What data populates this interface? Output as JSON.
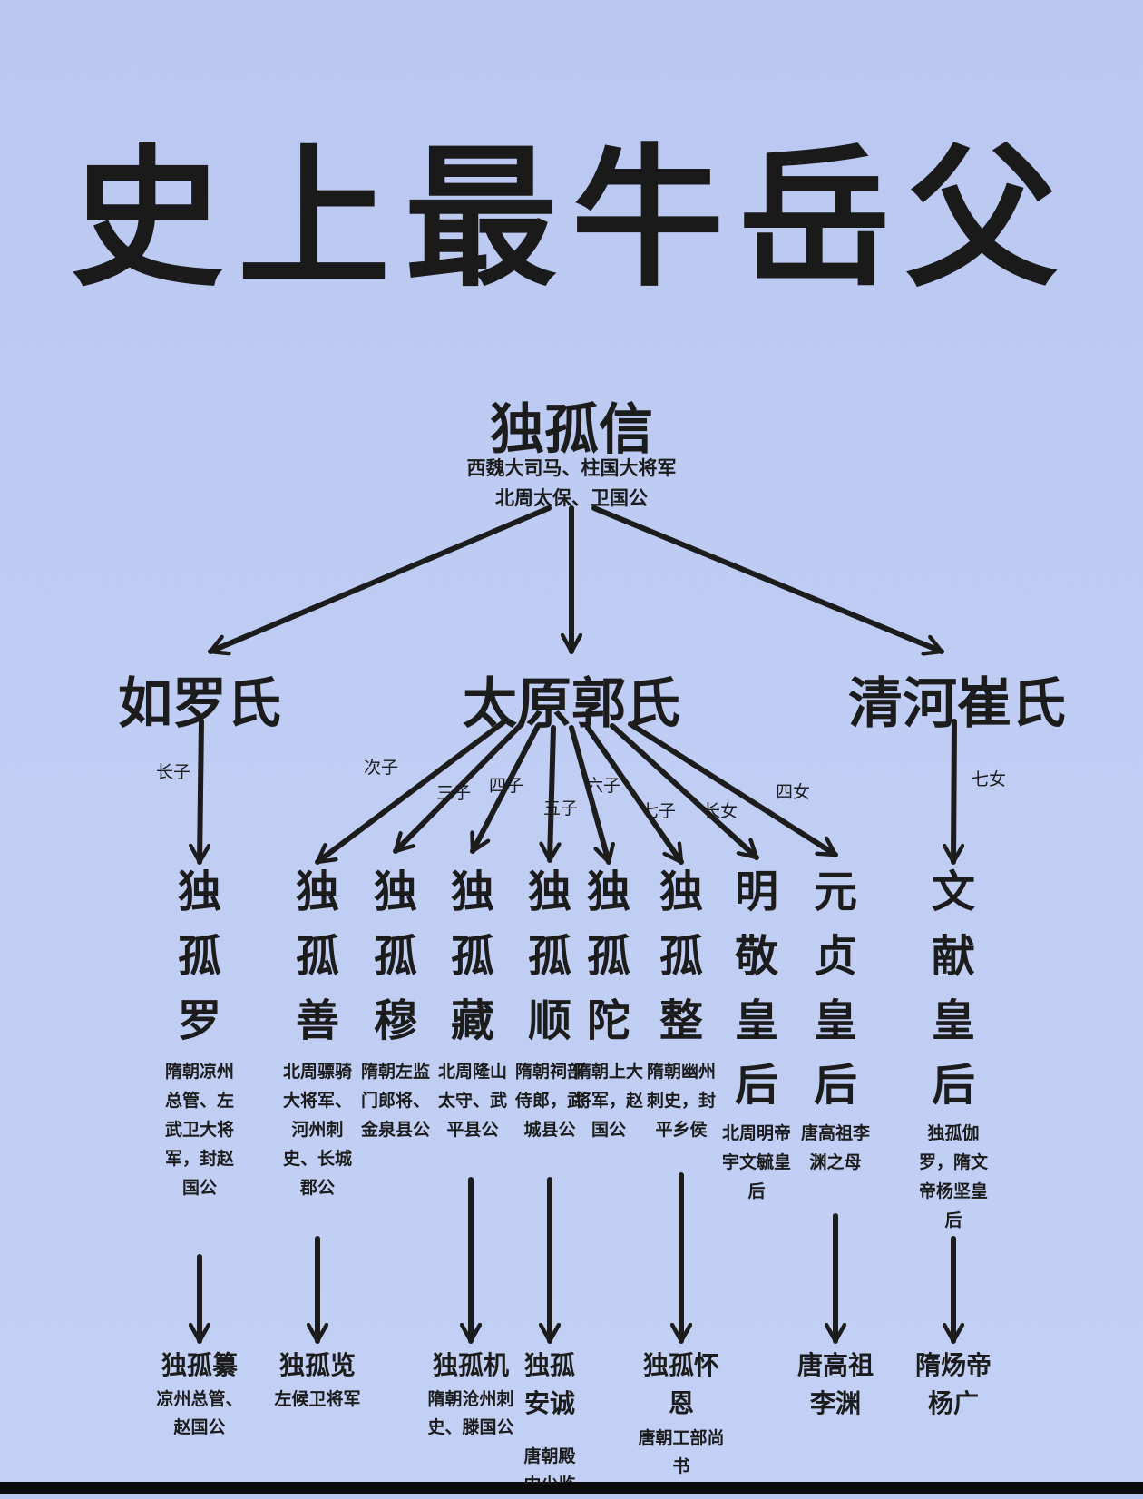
{
  "title": "史上最牛岳父",
  "root": {
    "name": "独孤信",
    "desc_lines": [
      "西魏大司马、柱国大将军",
      "北周太保、卫国公"
    ]
  },
  "wives": [
    {
      "name": "如罗氏"
    },
    {
      "name": "太原郭氏"
    },
    {
      "name": "清河崔氏"
    }
  ],
  "relations": [
    {
      "label": "长子",
      "target": 0
    },
    {
      "label": "次子",
      "target": 1
    },
    {
      "label": "三子",
      "target": 2
    },
    {
      "label": "四子",
      "target": 3
    },
    {
      "label": "五子",
      "target": 4
    },
    {
      "label": "六子",
      "target": 5
    },
    {
      "label": "七子",
      "target": 6
    },
    {
      "label": "长女",
      "target": 7
    },
    {
      "label": "四女",
      "target": 8
    },
    {
      "label": "七女",
      "target": 9
    }
  ],
  "children": [
    {
      "name": "独孤罗",
      "wife": 0,
      "desc": "隋朝凉州总管、左武卫大将军，封赵国公"
    },
    {
      "name": "独孤善",
      "wife": 1,
      "desc": "北周骠骑大将军、河州刺史、长城郡公"
    },
    {
      "name": "独孤穆",
      "wife": 1,
      "desc": "隋朝左监门郎将、金泉县公"
    },
    {
      "name": "独孤藏",
      "wife": 1,
      "desc": "北周隆山太守、武平县公"
    },
    {
      "name": "独孤顺",
      "wife": 1,
      "desc": "隋朝祠部侍郎，武城县公"
    },
    {
      "name": "独孤陀",
      "wife": 1,
      "desc": "隋朝上大将军，赵国公"
    },
    {
      "name": "独孤整",
      "wife": 1,
      "desc": "隋朝幽州刺史，封平乡侯"
    },
    {
      "name": "明敬皇后",
      "wife": 1,
      "desc": "北周明帝宇文毓皇后"
    },
    {
      "name": "元贞皇后",
      "wife": 1,
      "desc": "唐高祖李渊之母"
    },
    {
      "name": "文献皇后",
      "wife": 2,
      "desc": "独孤伽罗，隋文帝杨坚皇后"
    }
  ],
  "grandchildren": [
    {
      "parent": 0,
      "name": "独孤纂",
      "desc": "凉州总管、赵国公"
    },
    {
      "parent": 1,
      "name": "独孤览",
      "desc": "左候卫将军"
    },
    {
      "parent": 3,
      "name": "独孤机",
      "desc": "隋朝沧州刺史、滕国公"
    },
    {
      "parent": 4,
      "name": "独孤安诚",
      "desc": "唐朝殿中少监"
    },
    {
      "parent": 6,
      "name": "独孤怀恩",
      "desc": "唐朝工部尚书"
    },
    {
      "parent": 8,
      "name": "唐高祖李渊",
      "desc": ""
    },
    {
      "parent": 9,
      "name": "隋炀帝杨广",
      "desc": ""
    }
  ]
}
